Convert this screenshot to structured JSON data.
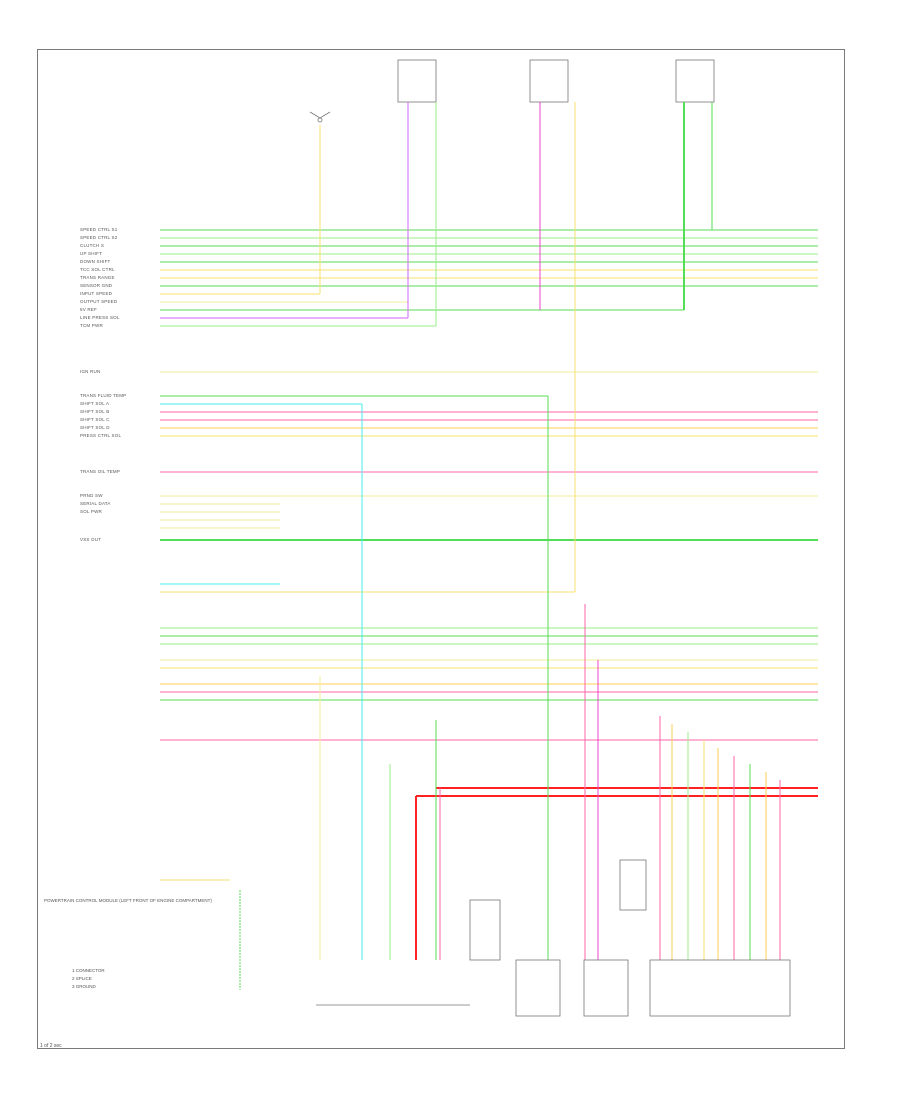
{
  "diagram": {
    "footer_code": "1 of 2 sec",
    "connector_label": "POWERTRAIN CONTROL MODULE (LEFT FRONT OF ENGINE COMPARTMENT)",
    "left_pins": [
      "SPEED CTRL S1",
      "SPEED CTRL S2",
      "CLUTCH S",
      "UP SHIFT",
      "DOWN SHIFT",
      "TCC SOL CTRL",
      "TRANS RANGE",
      "SENSOR GND",
      "INPUT SPEED",
      "OUTPUT SPEED",
      "5V REF",
      "LINE PRESS SOL",
      "TCM PWR",
      "IGN RUN",
      "TRANS FLUID TEMP",
      "SHIFT SOL A",
      "SHIFT SOL B",
      "SHIFT SOL C",
      "SHIFT SOL D",
      "PRESS CTRL SOL",
      "TRANS OIL TEMP",
      "PRND SW",
      "SERIAL DATA",
      "SOL PWR",
      "VSS OUT"
    ],
    "legend": [
      "1 CONNECTOR",
      "2 SPLICE",
      "3 GROUND"
    ],
    "colors": {
      "green": "#55dd55",
      "light_green": "#99ee88",
      "yellow": "#f5e070",
      "pale_yellow": "#f5ee99",
      "red": "#ff2222",
      "pink": "#ff66aa",
      "magenta": "#ee44cc",
      "violet": "#cc66ff",
      "cyan": "#44eeee",
      "orange": "#ffcc55",
      "gray": "#999999"
    }
  }
}
